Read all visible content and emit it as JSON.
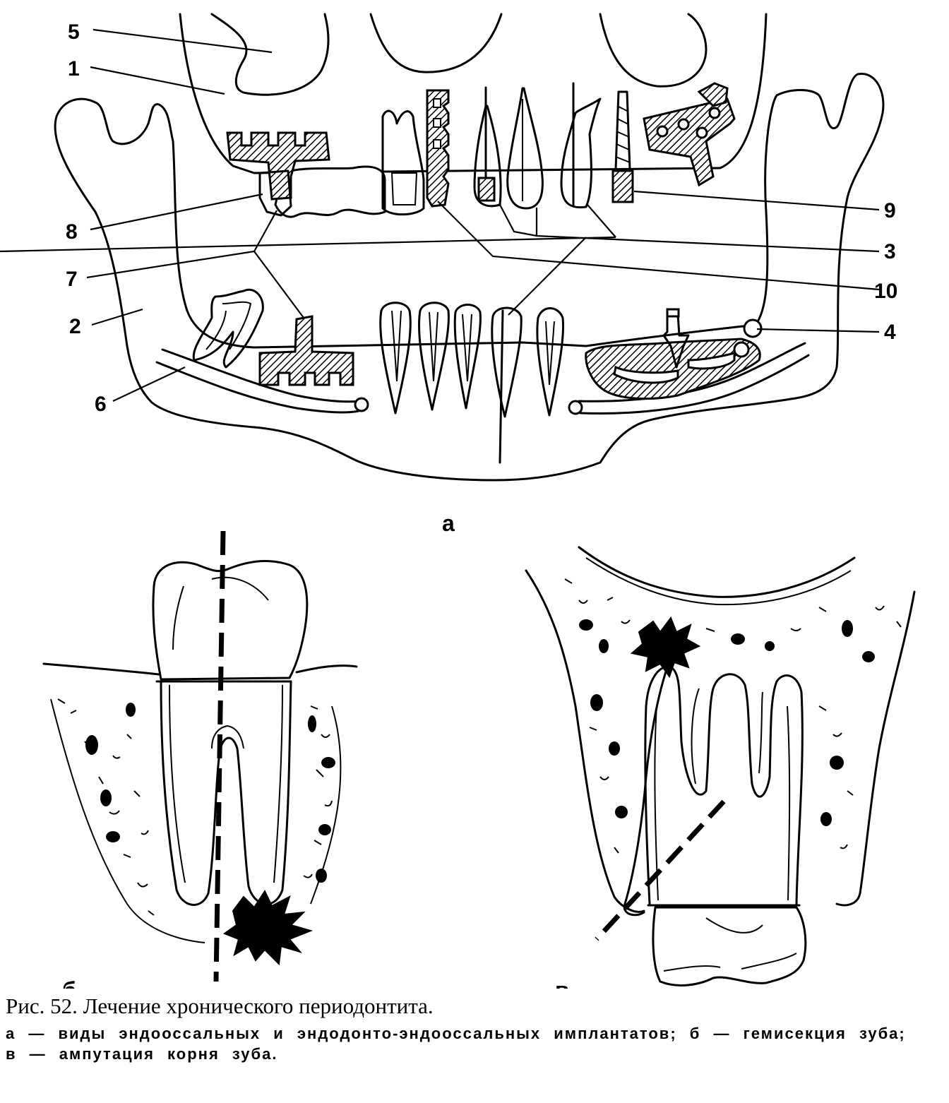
{
  "panel_a": {
    "label": "а",
    "callouts": [
      "1",
      "2",
      "3",
      "4",
      "5",
      "6",
      "7",
      "8",
      "9",
      "10"
    ]
  },
  "panel_b": {
    "label": "б"
  },
  "panel_v": {
    "label": "в"
  },
  "caption": {
    "title": "Рис. 52. Лечение хронического периодонтита.",
    "line1": "а — виды эндооссальных и эндодонто-эндооссальных имплантатов; б — гемисекция зуба;",
    "line2": "в — ампутация корня зуба."
  }
}
